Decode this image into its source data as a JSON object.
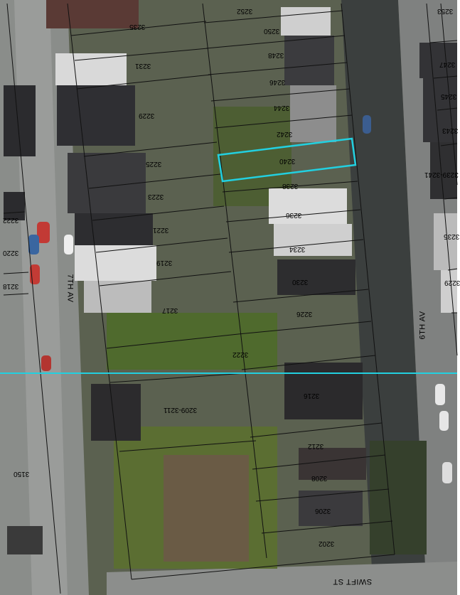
{
  "map": {
    "colors": {
      "highlight": "#22d0e0",
      "horizontal_line": "#22d0e0",
      "parcel_lines": "#111111"
    },
    "streets": {
      "left": "7TH AV",
      "right": "6TH AV",
      "bottom": "SWIFT ST"
    },
    "highlighted_parcel": "3240",
    "parcels": {
      "p3235": "3235",
      "p3231": "3231",
      "p3229": "3229",
      "p3225": "3225",
      "p3223": "3223",
      "p3221": "3221",
      "p3219": "3219",
      "p3217": "3217",
      "p3209": "3209-3211",
      "p3252": "3252",
      "p3250": "3250",
      "p3248": "3248",
      "p3246": "3246",
      "p3244": "3244",
      "p3242": "3242",
      "p3240": "3240",
      "p3238": "3238",
      "p3236": "3236",
      "p3234": "3234",
      "p3230": "3230",
      "p3226": "3226",
      "p3222": "3222",
      "p3216": "3216",
      "p3212": "3212",
      "p3208": "3208",
      "p3206": "3206",
      "p3202": "3202",
      "p3150": "3150",
      "p3222_left": "3222",
      "p3220_left": "3220",
      "p3218_left": "3218",
      "p3253_right": "3253",
      "p3247_right": "3247",
      "p3245_right": "3245",
      "p3243_right": "3243",
      "p3239_right": "3239-3241",
      "p3235_right": "3235",
      "p3229_right": "3229"
    }
  }
}
